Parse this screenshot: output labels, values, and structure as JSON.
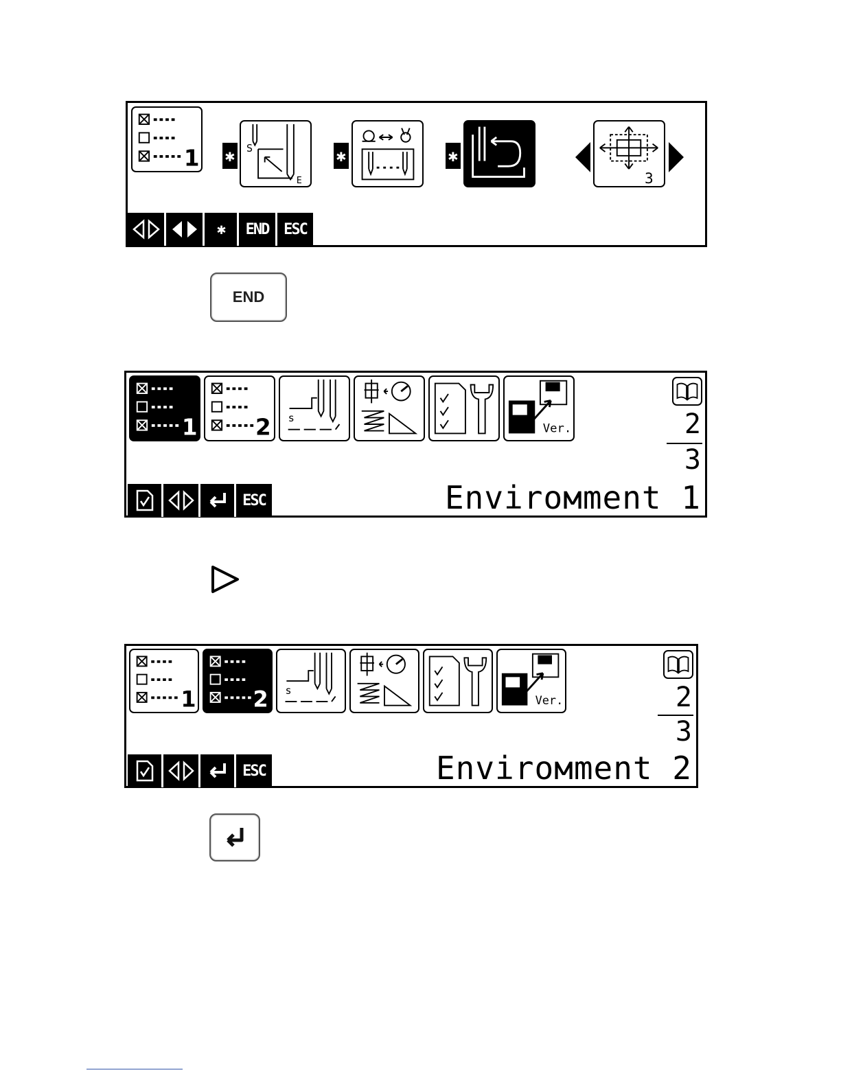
{
  "screen1": {
    "softkeys": [
      "◁▷",
      "◀▶",
      "✱",
      "END",
      "ESC"
    ],
    "icons": [
      {
        "name": "environment-list-1-icon",
        "label": "1"
      },
      {
        "name": "stitch-start-end-icon",
        "label": "S"
      },
      {
        "name": "thread-trim-speed-icon",
        "label": ""
      },
      {
        "name": "loop-return-icon",
        "label": ""
      },
      {
        "name": "position-move-icon",
        "label": "3"
      }
    ]
  },
  "button_end": {
    "label": "END"
  },
  "screen2": {
    "softkeys": [
      "",
      "◁▷",
      "↵",
      "ESC"
    ],
    "page_current": "2",
    "page_total": "3",
    "env_label": "Envirомment 1",
    "tile_numbers": [
      "1",
      "2"
    ]
  },
  "button_right": {
    "label": "▷"
  },
  "screen3": {
    "softkeys": [
      "",
      "◁▷",
      "↵",
      "ESC"
    ],
    "page_current": "2",
    "page_total": "3",
    "env_label": "Envirомment 2",
    "tile_numbers": [
      "1",
      "2"
    ]
  },
  "button_enter": {
    "label": "↵"
  }
}
